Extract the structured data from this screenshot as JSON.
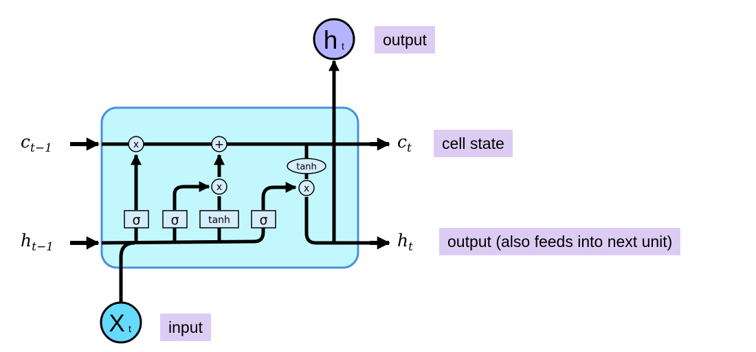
{
  "nodes": {
    "output_node": {
      "letter": "h",
      "sub": "t",
      "fill": "#b3b3ff"
    },
    "input_node": {
      "letter": "X",
      "sub": "t",
      "fill": "#66d9ff"
    }
  },
  "labels": {
    "output": "output",
    "cell_state": "cell state",
    "hidden_output": "output (also feeds into next unit)",
    "input": "input"
  },
  "math_labels": {
    "c_prev": {
      "base": "c",
      "sub": "t−1"
    },
    "c_next": {
      "base": "c",
      "sub": "t"
    },
    "h_prev": {
      "base": "h",
      "sub": "t−1"
    },
    "h_next": {
      "base": "h",
      "sub": "t"
    }
  },
  "gates": {
    "sigma_forget": "σ",
    "sigma_input": "σ",
    "tanh_candidate": "tanh",
    "sigma_output": "σ",
    "tanh_cell": "tanh"
  },
  "operators": {
    "mult_forget": "x",
    "add_cell": "+",
    "mult_input": "x",
    "mult_output": "x"
  },
  "colors": {
    "cell_fill": "#c2f8fd",
    "cell_border": "#4a90d9",
    "label_bg": "#dcccf3",
    "gate_fill": "#d6ecff",
    "line": "#000000"
  }
}
